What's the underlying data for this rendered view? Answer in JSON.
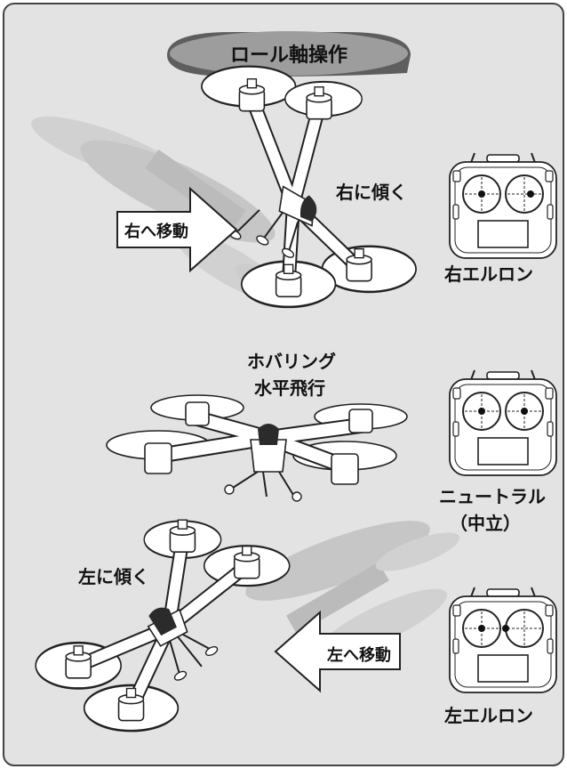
{
  "title": "ロール軸操作",
  "sections": [
    {
      "drone_label": "右に傾く",
      "arrow_label": "右へ移動",
      "stick_label": "右エルロン",
      "arrow_direction": "right",
      "right_stick_position": "right"
    },
    {
      "drone_label_line1": "ホバリング",
      "drone_label_line2": "水平飛行",
      "stick_label_line1": "ニュートラル",
      "stick_label_line2": "（中立）",
      "right_stick_position": "center"
    },
    {
      "drone_label": "左に傾く",
      "arrow_label": "左へ移動",
      "stick_label": "左エルロン",
      "arrow_direction": "left",
      "right_stick_position": "left"
    }
  ],
  "colors": {
    "panel_bg": "#e3e3e3",
    "pill_fill": "#9d9d9d",
    "ghost": "#c9c9c9",
    "dark_part": "#2b2b2b"
  },
  "icons": [
    "drone-icon",
    "transmitter-icon",
    "arrow-right-icon",
    "arrow-left-icon"
  ]
}
